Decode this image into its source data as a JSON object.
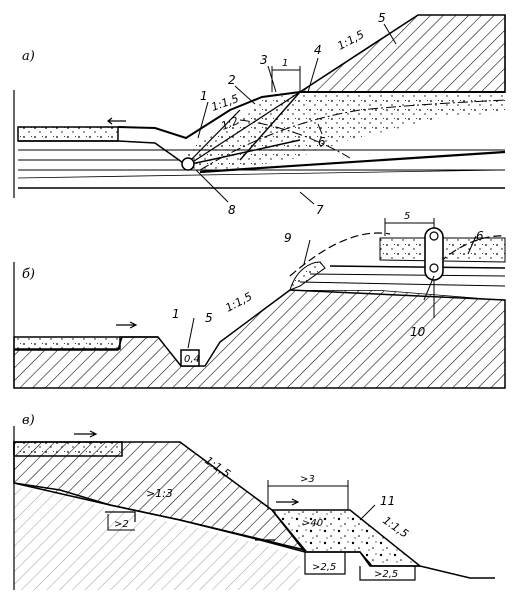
{
  "panel_a": {
    "label": "а)",
    "callouts": [
      "1",
      "2",
      "3",
      "4",
      "5",
      "6",
      "7",
      "8"
    ],
    "slope_1_1_5_left": "1:1,5",
    "slope_1_2": "1:2",
    "slope_1_1_5_right": "1:1,5",
    "berm_width": "1"
  },
  "panel_b": {
    "label": "б)",
    "callouts": [
      "1",
      "5",
      "6",
      "9",
      "10"
    ],
    "slope": "1:1,5",
    "drain_depth": "0,4",
    "berm_width": "5"
  },
  "panel_c": {
    "label": "в)",
    "slope_upper": "1:1,5",
    "slope_lower": "1:1,5",
    "slope_base": ">1:3",
    "berm_width": ">3",
    "fill_height": ">40",
    "callout": "11",
    "step_left": ">2",
    "step_mid": ">2,5",
    "step_right": ">2,5"
  }
}
